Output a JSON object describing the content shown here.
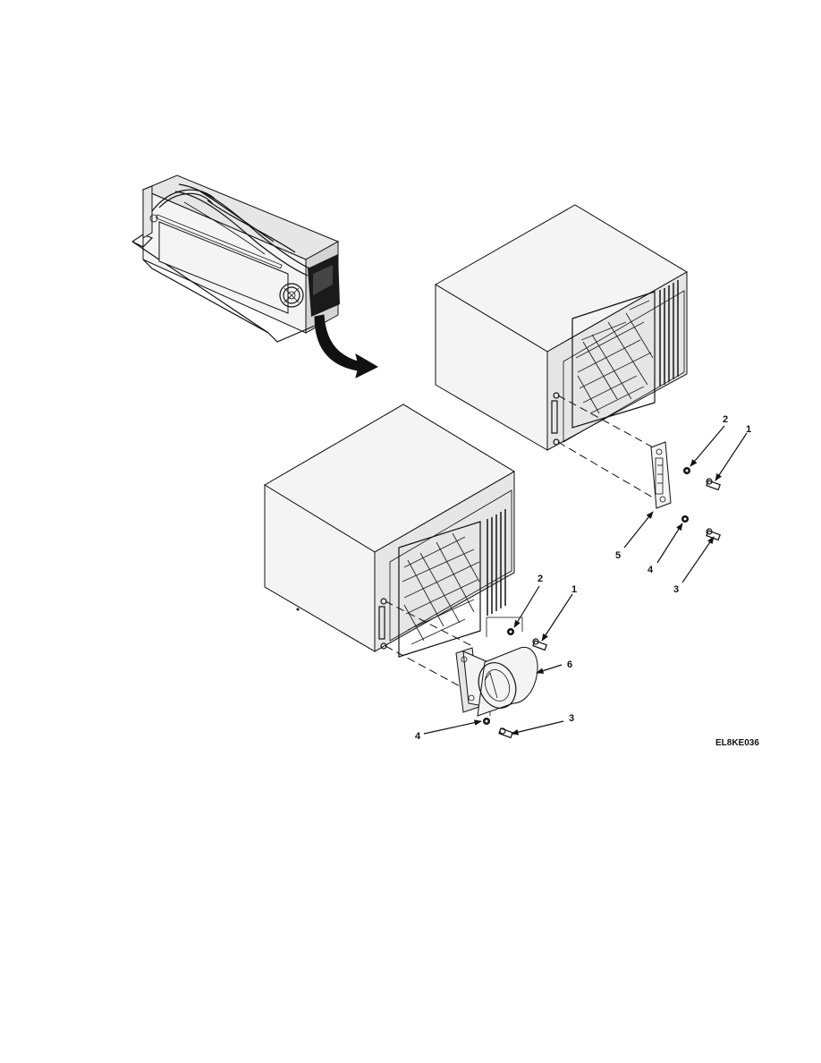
{
  "diagram": {
    "figure_id": "EL8KE036",
    "callouts": {
      "upper": [
        {
          "id": "u-1",
          "text": "1"
        },
        {
          "id": "u-2",
          "text": "2"
        },
        {
          "id": "u-3",
          "text": "3"
        },
        {
          "id": "u-4",
          "text": "4"
        },
        {
          "id": "u-5",
          "text": "5"
        }
      ],
      "lower": [
        {
          "id": "l-1",
          "text": "1"
        },
        {
          "id": "l-2",
          "text": "2"
        },
        {
          "id": "l-3",
          "text": "3"
        },
        {
          "id": "l-4",
          "text": "4"
        },
        {
          "id": "l-6",
          "text": "6"
        }
      ]
    }
  }
}
